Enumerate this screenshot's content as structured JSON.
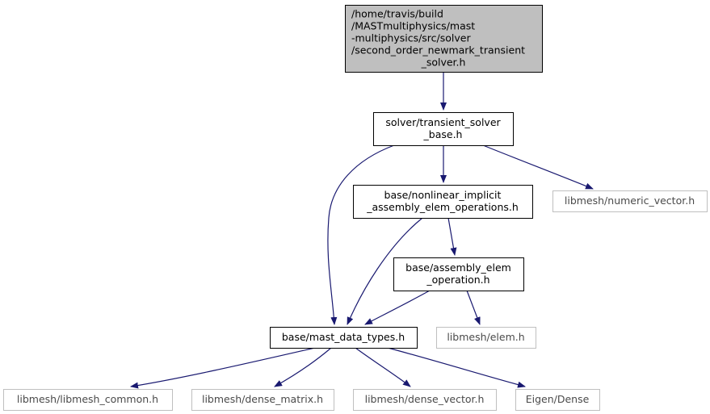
{
  "nodes": [
    {
      "id": "root",
      "lines": [
        "/home/travis/build",
        "/MASTmultiphysics/mast",
        "-multiphysics/src/solver",
        "/second_order_newmark_transient",
        "_solver.h"
      ],
      "style": "root",
      "align": "left-last-center"
    },
    {
      "id": "transient_solver_base",
      "lines": [
        "solver/transient_solver",
        "_base.h"
      ],
      "style": "normal"
    },
    {
      "id": "nonlinear_implicit",
      "lines": [
        "base/nonlinear_implicit",
        "_assembly_elem_operations.h"
      ],
      "style": "normal"
    },
    {
      "id": "numeric_vector",
      "lines": [
        "libmesh/numeric_vector.h"
      ],
      "style": "external"
    },
    {
      "id": "assembly_elem_operation",
      "lines": [
        "base/assembly_elem",
        "_operation.h"
      ],
      "style": "normal"
    },
    {
      "id": "mast_data_types",
      "lines": [
        "base/mast_data_types.h"
      ],
      "style": "normal"
    },
    {
      "id": "elem",
      "lines": [
        "libmesh/elem.h"
      ],
      "style": "external"
    },
    {
      "id": "libmesh_common",
      "lines": [
        "libmesh/libmesh_common.h"
      ],
      "style": "external"
    },
    {
      "id": "dense_matrix",
      "lines": [
        "libmesh/dense_matrix.h"
      ],
      "style": "external"
    },
    {
      "id": "dense_vector",
      "lines": [
        "libmesh/dense_vector.h"
      ],
      "style": "external"
    },
    {
      "id": "eigen_dense",
      "lines": [
        "Eigen/Dense"
      ],
      "style": "external"
    }
  ],
  "edges": [
    {
      "from": "root",
      "to": "transient_solver_base"
    },
    {
      "from": "transient_solver_base",
      "to": "nonlinear_implicit"
    },
    {
      "from": "transient_solver_base",
      "to": "numeric_vector"
    },
    {
      "from": "transient_solver_base",
      "to": "mast_data_types"
    },
    {
      "from": "nonlinear_implicit",
      "to": "assembly_elem_operation"
    },
    {
      "from": "nonlinear_implicit",
      "to": "mast_data_types"
    },
    {
      "from": "assembly_elem_operation",
      "to": "mast_data_types"
    },
    {
      "from": "assembly_elem_operation",
      "to": "elem"
    },
    {
      "from": "mast_data_types",
      "to": "libmesh_common"
    },
    {
      "from": "mast_data_types",
      "to": "dense_matrix"
    },
    {
      "from": "mast_data_types",
      "to": "dense_vector"
    },
    {
      "from": "mast_data_types",
      "to": "eigen_dense"
    }
  ],
  "colors": {
    "root_fill": "#bfbfbf",
    "node_border": "#000000",
    "external_border": "#bfbfbf",
    "edge": "#191970"
  }
}
